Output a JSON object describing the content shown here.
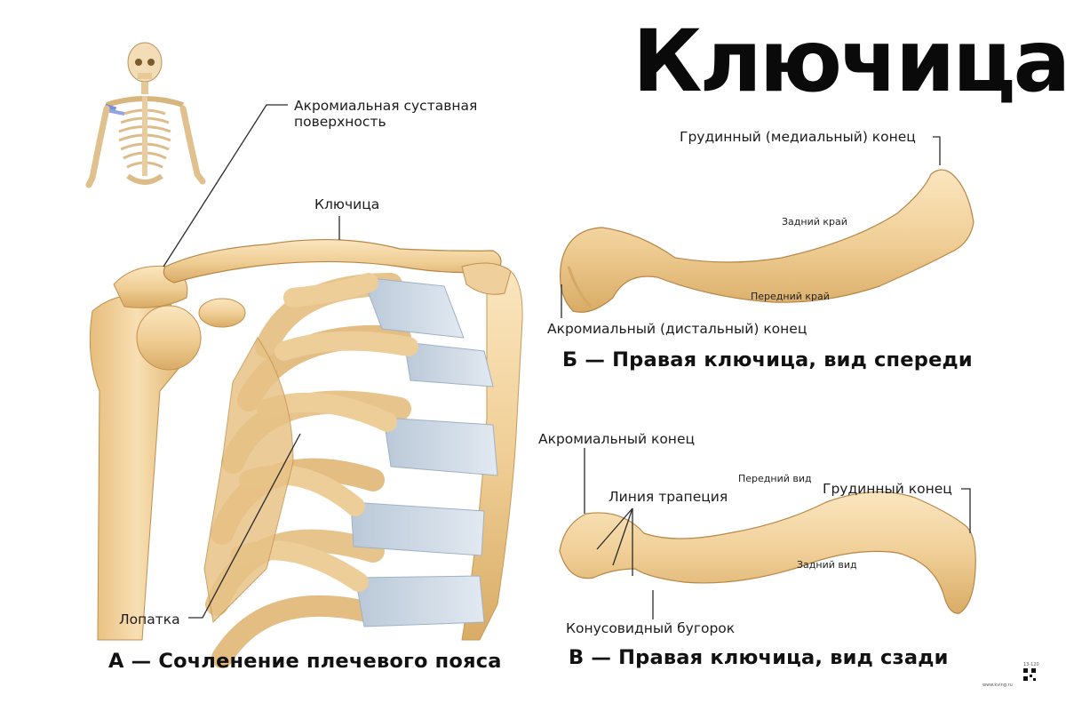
{
  "title": "Ключица",
  "figure_a": {
    "caption": "А — Сочленение плечевого пояса",
    "labels": {
      "acromial_surface_line1": "Акромиальная суставная",
      "acromial_surface_line2": "поверхность",
      "clavicle": "Ключица",
      "scapula": "Лопатка"
    }
  },
  "figure_b": {
    "caption": "Б — Правая ключица, вид спереди",
    "labels": {
      "sternal_end": "Грудинный (медиальный) конец",
      "posterior_border": "Задний край",
      "anterior_border": "Передний край",
      "acromial_end": "Акромиальный (дистальный) конец"
    }
  },
  "figure_c": {
    "caption": "В — Правая ключица, вид сзади",
    "labels": {
      "acromial_end": "Акромиальный конец",
      "anterior_view": "Передний вид",
      "sternal_end": "Грудинный конец",
      "trapezoid_line": "Линия трапеция",
      "posterior_view": "Задний вид",
      "conoid_tubercle": "Конусовидный бугорок"
    }
  },
  "footer": {
    "code": "13-120",
    "site": "www.kving.ru"
  },
  "colors": {
    "bone": "#f0cf97",
    "cartilage": "#c9d6e4",
    "text": "#1a1a1a"
  }
}
